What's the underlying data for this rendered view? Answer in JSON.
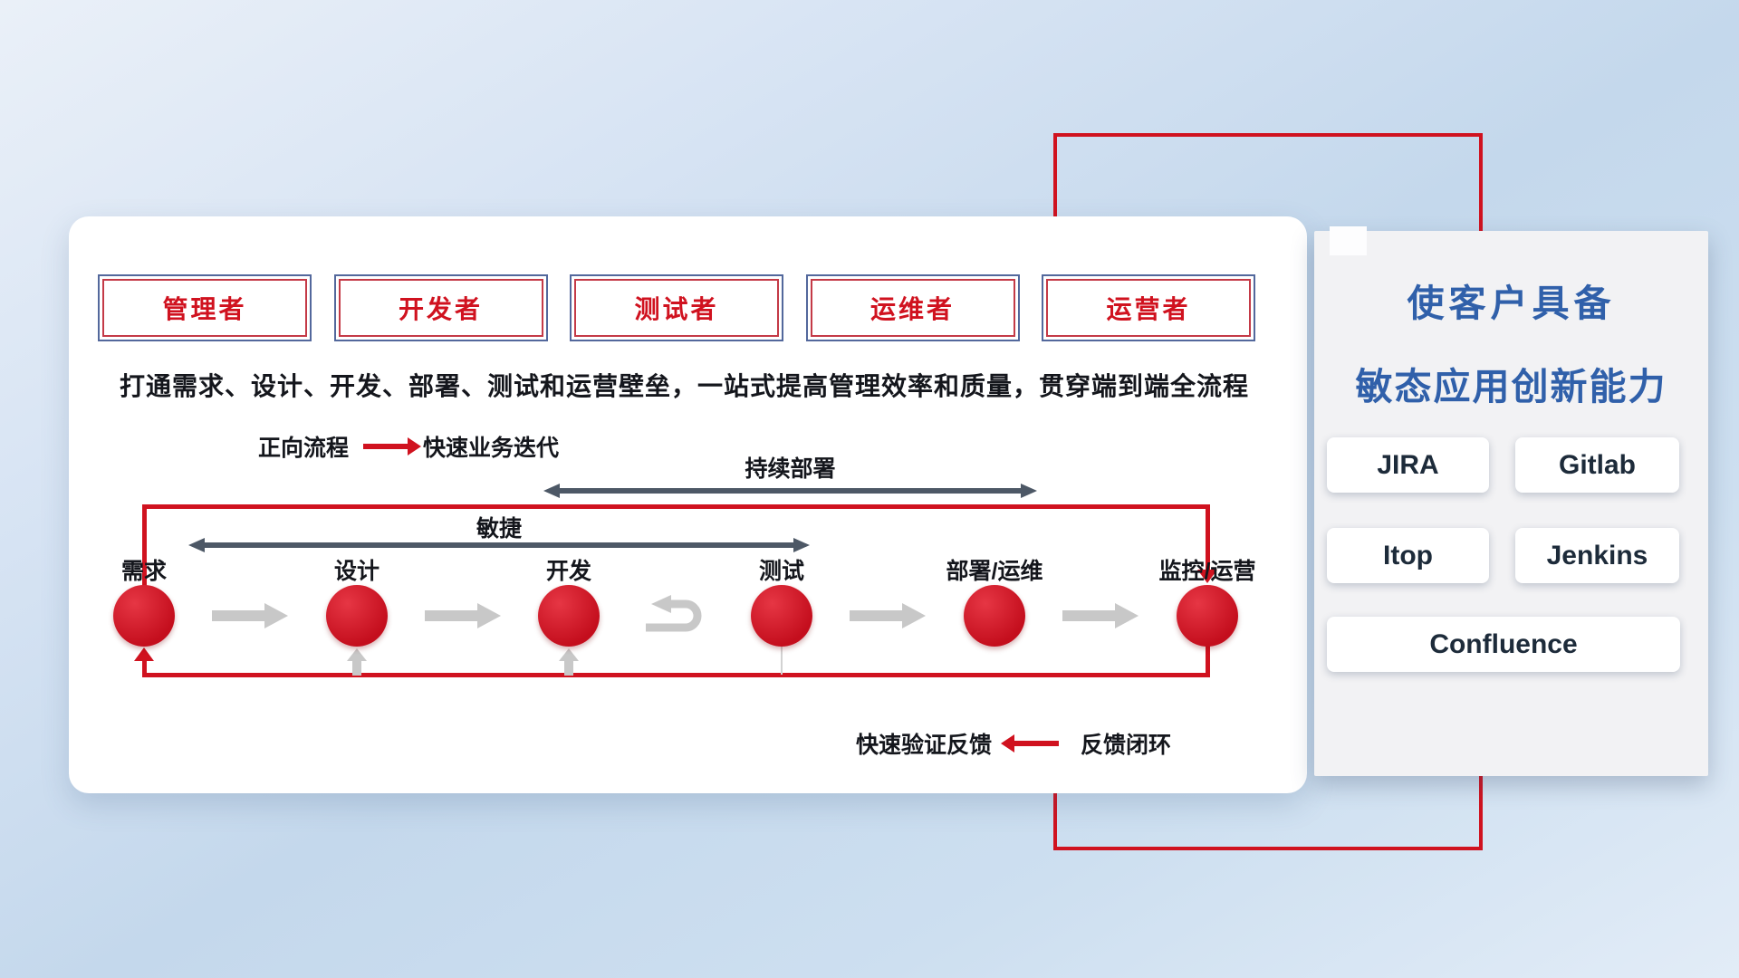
{
  "main_panel": {
    "roles": [
      "管理者",
      "开发者",
      "测试者",
      "运维者",
      "运营者"
    ],
    "description": "打通需求、设计、开发、部署、测试和运营壁垒，一站式提高管理效率和质量，贯穿端到端全流程",
    "legend_forward": {
      "label": "正向流程",
      "value": "快速业务迭代"
    },
    "arrows": {
      "continuous_deploy": "持续部署",
      "agile": "敏捷"
    },
    "stages": [
      "需求",
      "设计",
      "开发",
      "测试",
      "部署/运维",
      "监控/运营"
    ],
    "legend_feedback": {
      "label": "快速验证反馈",
      "value": "反馈闭环"
    }
  },
  "side_panel": {
    "title_line1": "使客户具备",
    "title_line2": "敏态应用创新能力",
    "tools": [
      "JIRA",
      "Gitlab",
      "Itop",
      "Jenkins",
      "Confluence"
    ]
  },
  "colors": {
    "accent_red": "#d0121f",
    "title_blue": "#3060aa",
    "dark_arrow": "#4d5866",
    "light_arrow": "#c8c8c8",
    "role_border_outer": "#53689c",
    "role_border_inner": "#c43a47",
    "text_dark": "#14161c",
    "side_panel_bg": "#f2f2f4"
  }
}
